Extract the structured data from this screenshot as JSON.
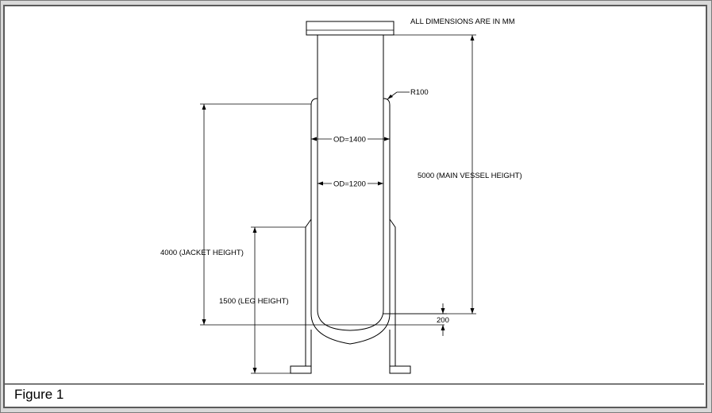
{
  "drawing": {
    "note": "ALL DIMENSIONS ARE IN MM",
    "radius_label": "R100",
    "od_jacket_label": "OD=1400",
    "od_vessel_label": "OD=1200",
    "main_vessel_height_label": "5000 (MAIN VESSEL HEIGHT)",
    "jacket_height_label": "4000 (JACKET HEIGHT)",
    "leg_height_label": "1500 (LEG HEIGHT)",
    "bottom_gap_label": "200"
  },
  "caption": {
    "text": "Figure 1"
  }
}
